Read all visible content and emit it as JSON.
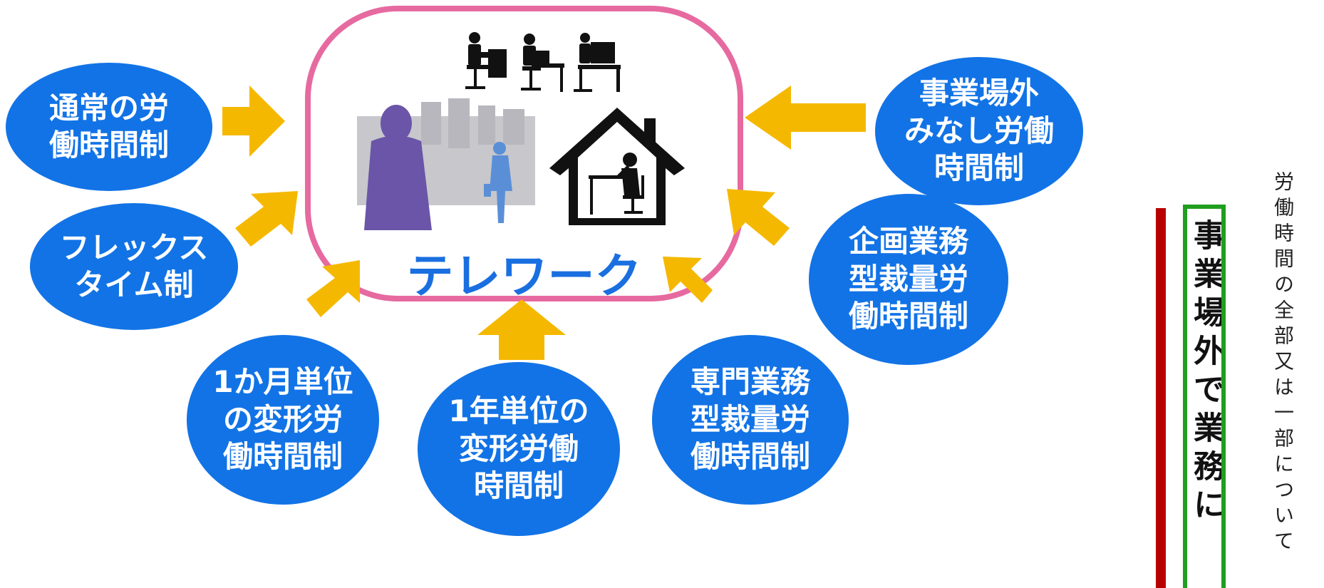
{
  "center": {
    "label": "テレワーク"
  },
  "systems": {
    "normal": [
      "通常の労",
      "働時間制"
    ],
    "flex": [
      "フレックス",
      "タイム制"
    ],
    "monthly": [
      "1か月単位",
      "の変形労",
      "働時間制"
    ],
    "yearly": [
      "1年単位の",
      "変形労働",
      "時間制"
    ],
    "specialist": [
      "専門業務",
      "型裁量労",
      "働時間制"
    ],
    "planning": [
      "企画業務",
      "型裁量労",
      "働時間制"
    ],
    "outside": [
      "事業場外",
      "みなし労働",
      "時間制"
    ]
  },
  "side_note": {
    "heading": "事業場外で業務に",
    "text": "労働時間の全部又は一部について"
  },
  "colors": {
    "pill": "#1273e6",
    "arrow": "#f5b800",
    "frame": "#e66aa0",
    "telework_text": "#1a6fe0",
    "red_bar": "#b80000",
    "green_frame": "#1f9e1f"
  },
  "icons": [
    "office-workers-icon",
    "city-commuters-image",
    "home-office-icon"
  ]
}
